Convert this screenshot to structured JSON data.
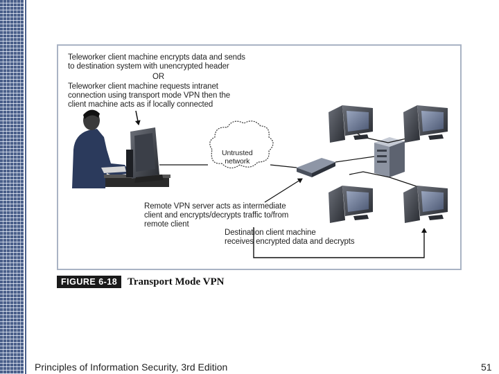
{
  "figure": {
    "annotation_teleworker": "Teleworker client machine encrypts data and sends\nto destination system with unencrypted header",
    "annotation_or": "OR",
    "annotation_intranet": "Teleworker client machine requests intranet\nconnection using transport mode VPN then the\nclient machine acts as if locally connected",
    "cloud_label": "Untrusted\nnetwork",
    "annotation_remote_server": "Remote VPN server acts as intermediate\nclient and encrypts/decrypts traffic to/from\nremote client",
    "annotation_destination": "Destination client machine\nreceives encrypted data and decrypts",
    "caption_number": "FIGURE 6-18",
    "caption_title": "Transport Mode VPN"
  },
  "footer": {
    "book_title": "Principles of Information Security, 3rd Edition",
    "page_number": "51"
  },
  "colors": {
    "sidebar": "#4a5f8a",
    "diagram_border": "#a9b3c4",
    "caption_badge": "#1a1a1a"
  }
}
